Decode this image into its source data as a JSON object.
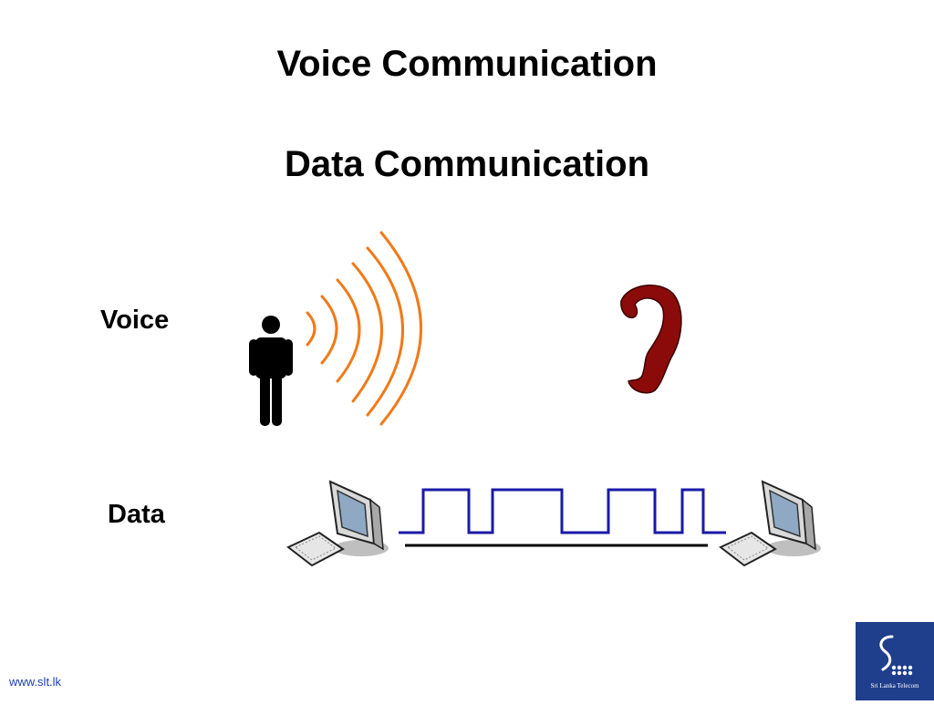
{
  "slide": {
    "title_line1": "Voice Communication",
    "title_line2": "Data Communication"
  },
  "rows": {
    "voice_label": "Voice",
    "data_label": "Data"
  },
  "footer": {
    "url": "www.slt.lk"
  },
  "logo": {
    "caption": "Sri Lanka Telecom"
  },
  "icons": {
    "speaker": "person-icon",
    "sound": "sound-waves-icon",
    "listener": "ear-icon",
    "sender": "computer-icon",
    "receiver": "computer-icon"
  },
  "colors": {
    "sound_waves": "#f07a1a",
    "ear": "#8b0b0b",
    "digital_signal": "#1a1aa8",
    "logo_bg": "#1f3e8c"
  }
}
